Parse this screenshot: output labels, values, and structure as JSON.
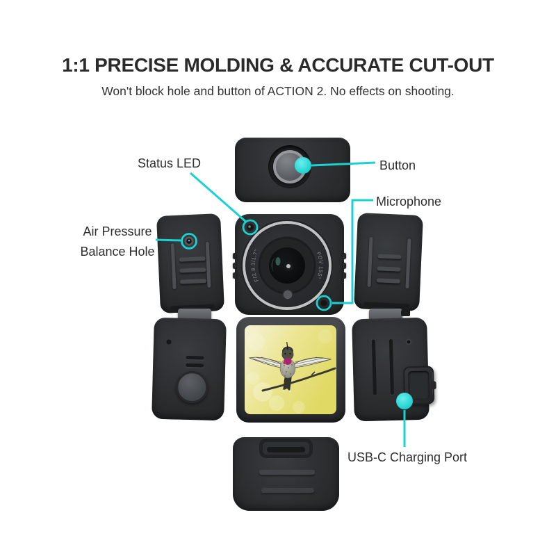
{
  "header": {
    "title": "1:1 PRECISE MOLDING & ACCURATE CUT-OUT",
    "subtitle": "Won't block hole and button of ACTION 2. No effects on shooting."
  },
  "callouts": {
    "status_led": "Status LED",
    "button": "Button",
    "microphone": "Microphone",
    "air_pressure_line1": "Air Pressure",
    "air_pressure_line2": "Balance Hole",
    "usb": "USB-C Charging Port"
  },
  "lens_markings": {
    "aperture": "F/2.8 1/1.7\"",
    "fov": "FOV 155°"
  },
  "colors": {
    "accent_cyan": "#1BD1D1",
    "case_dark": "#2B2D2F",
    "lens_ring_silver": "#BFC1C3",
    "screen_background_yellow": "#EAE389",
    "label_text": "#2E2E2E"
  }
}
